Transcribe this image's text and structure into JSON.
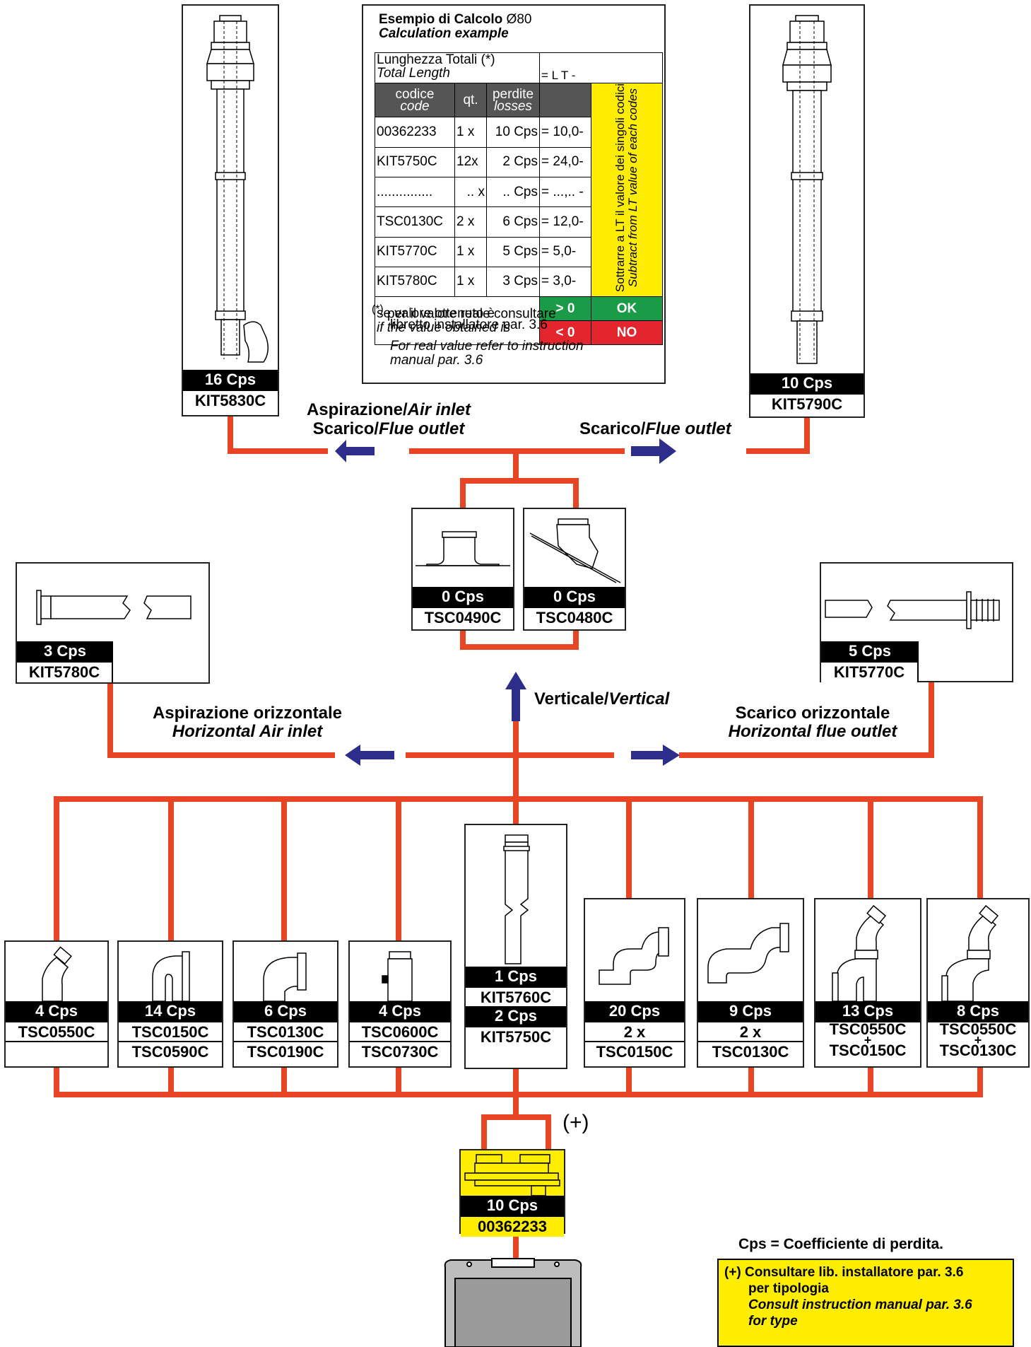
{
  "colors": {
    "pipe": "#e84524",
    "arrow": "#2d2d8c",
    "yellow": "#ffed00",
    "green": "#1a9b47",
    "red": "#e3262d"
  },
  "calc": {
    "title": "Esempio di Calcolo",
    "title_sym": "Ø80",
    "subtitle": "Calculation example",
    "length_label": "Lunghezza Totali (*)",
    "length_label_en": "Total Length",
    "length_value": "= L T -",
    "headers": {
      "code": "codice",
      "code_en": "code",
      "qty": "qt.",
      "loss": "perdite",
      "loss_en": "losses"
    },
    "rows": [
      {
        "code": "00362233",
        "qty": "1 x",
        "loss": "10 Cps",
        "result": "= 10,0-"
      },
      {
        "code": "KIT5750C",
        "qty": "12x",
        "loss": "2 Cps",
        "result": "= 24,0-"
      },
      {
        "code": "...............",
        "qty": ".. x",
        "loss": ".. Cps",
        "result": "=  ...,.. -"
      },
      {
        "code": "TSC0130C",
        "qty": "2 x",
        "loss": "6 Cps",
        "result": "= 12,0-"
      },
      {
        "code": "KIT5770C",
        "qty": "1 x",
        "loss": "5 Cps",
        "result": "=  5,0-"
      },
      {
        "code": "KIT5780C",
        "qty": "1 x",
        "loss": "3 Cps",
        "result": "=  3,0-"
      }
    ],
    "side_it": "Sottrarre a LT il valore dei singoli codici",
    "side_en": "Subtract from LT value of each codes",
    "cond_it": "se valore ottenuto è",
    "cond_en": "if the value obtained is",
    "gt": "> 0",
    "ok": "OK",
    "lt": "< 0",
    "no": "NO",
    "note_mark": "(*)",
    "note_it_1": "per il valore reale consultare",
    "note_it_2": "libretto installatore par. 3.6",
    "note_en_1": "For real value refer to instruction",
    "note_en_2": "manual par. 3.6"
  },
  "top_left": {
    "cps": "16 Cps",
    "code": "KIT5830C"
  },
  "top_right": {
    "cps": "10 Cps",
    "code": "KIT5790C"
  },
  "labels": {
    "air_inlet_it": "Aspirazione/",
    "air_inlet_en": "Air inlet",
    "flue_left_it": "Scarico/",
    "flue_left_en": "Flue outlet",
    "flue_right_it": "Scarico/",
    "flue_right_en": "Flue outlet",
    "vertical_it": "Verticale/",
    "vertical_en": "Vertical",
    "h_air_it": "Aspirazione orizzontale",
    "h_air_en": "Horizontal Air inlet",
    "h_flue_it": "Scarico orizzontale",
    "h_flue_en": "Horizontal flue outlet"
  },
  "roofs": [
    {
      "cps": "0 Cps",
      "code": "TSC0490C"
    },
    {
      "cps": "0 Cps",
      "code": "TSC0480C"
    }
  ],
  "horiz_left": {
    "cps": "3 Cps",
    "code": "KIT5780C"
  },
  "horiz_right": {
    "cps": "5 Cps",
    "code": "KIT5770C"
  },
  "fittings": [
    {
      "cps": "4 Cps",
      "code1": "TSC0550C",
      "code2": ""
    },
    {
      "cps": "14 Cps",
      "code1": "TSC0150C",
      "code2": "TSC0590C"
    },
    {
      "cps": "6 Cps",
      "code1": "TSC0130C",
      "code2": "TSC0190C"
    },
    {
      "cps": "4 Cps",
      "code1": "TSC0600C",
      "code2": "TSC0730C"
    },
    {
      "cps": "1 Cps",
      "code1": "KIT5760C",
      "cps2": "2 Cps",
      "code2": "KIT5750C"
    },
    {
      "cps": "20 Cps",
      "code1": "2 x",
      "code2": "TSC0150C"
    },
    {
      "cps": "9 Cps",
      "code1": "2 x",
      "code2": "TSC0130C"
    },
    {
      "cps": "13 Cps",
      "code1": "TSC0550C",
      "plus": "+",
      "code2": "TSC0150C"
    },
    {
      "cps": "8 Cps",
      "code1": "TSC0550C",
      "plus": "+",
      "code2": "TSC0130C"
    }
  ],
  "adapter": {
    "cps": "10 Cps",
    "code": "00362233",
    "mark": "(+)"
  },
  "legend": {
    "cps_def": "Cps = Coefficiente di perdita.",
    "note_it_1": "(+) Consultare lib. installatore par. 3.6",
    "note_it_2": "per tipologia",
    "note_en_1": "Consult instruction manual par. 3.6",
    "note_en_2": "for type"
  }
}
